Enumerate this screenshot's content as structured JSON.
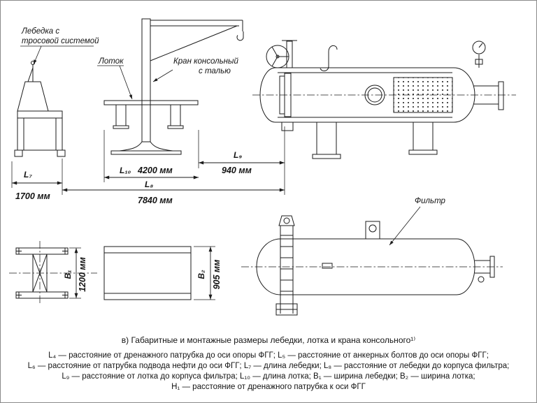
{
  "labels": {
    "winch_line1": "Лебедка с",
    "winch_line2": "тросовой системой",
    "tray": "Лоток",
    "crane_line1": "Кран консольный",
    "crane_line2": "с талью",
    "filter": "Фильтр"
  },
  "dims": {
    "l7": {
      "name": "L₇",
      "value": "1700 мм"
    },
    "l8": {
      "name": "L₈",
      "value": "7840 мм"
    },
    "l9": {
      "name": "L₉",
      "value": "940 мм"
    },
    "l10": {
      "name": "L₁₀",
      "value": "4200 мм"
    },
    "b1": {
      "name": "B₁",
      "value": "1200 мм"
    },
    "b2": {
      "name": "B₂",
      "value": "905 мм"
    }
  },
  "caption": "в) Габаритные и монтажные размеры лебедки, лотка и крана консольного¹⁾",
  "legend": [
    "L₄ — расстояние от дренажного патрубка до оси опоры ФГГ; L₅ — расстояние от анкерных болтов до оси опоры ФГГ;",
    "L₆ — расстояние от патрубка подвода нефти до оси ФГГ; L₇ — длина лебедки; L₈ — расстояние от лебедки до корпуса фильтра;",
    "L₉ — расстояние от лотка до корпуса фильтра; L₁₀ — длина лотка; B₁ — ширина лебедки; B₂ — ширина лотка;",
    "H₁ — расстояние от дренажного патрубка к оси ФГГ"
  ]
}
